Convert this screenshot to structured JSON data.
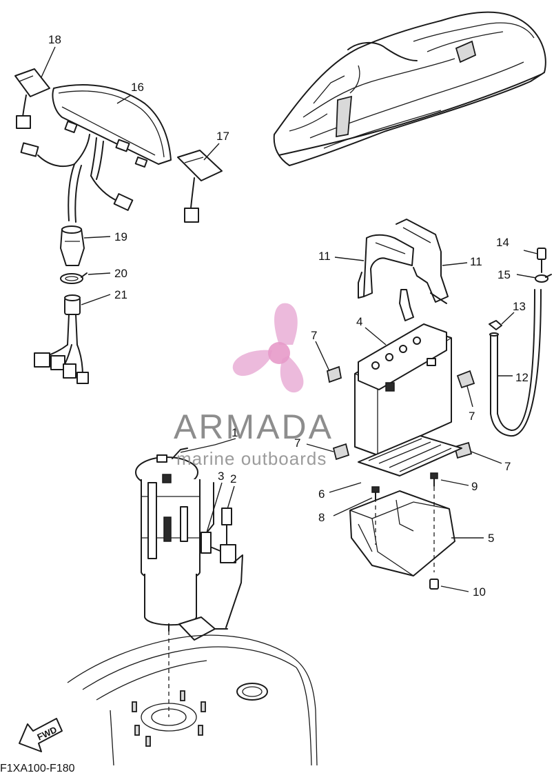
{
  "diagram": {
    "code": "F1XA100-F180",
    "fwd_label": "FWD",
    "watermark": {
      "brand": "ARMADA",
      "tagline": "marine outboards"
    },
    "callouts": [
      {
        "id": "c1",
        "text": "1"
      },
      {
        "id": "c2",
        "text": "2"
      },
      {
        "id": "c3",
        "text": "3"
      },
      {
        "id": "c4",
        "text": "4"
      },
      {
        "id": "c5",
        "text": "5"
      },
      {
        "id": "c6",
        "text": "6"
      },
      {
        "id": "c7a",
        "text": "7"
      },
      {
        "id": "c7b",
        "text": "7"
      },
      {
        "id": "c7c",
        "text": "7"
      },
      {
        "id": "c7d",
        "text": "7"
      },
      {
        "id": "c8",
        "text": "8"
      },
      {
        "id": "c9",
        "text": "9"
      },
      {
        "id": "c10",
        "text": "10"
      },
      {
        "id": "c11a",
        "text": "11"
      },
      {
        "id": "c11b",
        "text": "11"
      },
      {
        "id": "c12",
        "text": "12"
      },
      {
        "id": "c13",
        "text": "13"
      },
      {
        "id": "c14",
        "text": "14"
      },
      {
        "id": "c15",
        "text": "15"
      },
      {
        "id": "c16",
        "text": "16"
      },
      {
        "id": "c17",
        "text": "17"
      },
      {
        "id": "c18",
        "text": "18"
      },
      {
        "id": "c19",
        "text": "19"
      },
      {
        "id": "c20",
        "text": "20"
      },
      {
        "id": "c21",
        "text": "21"
      }
    ]
  }
}
